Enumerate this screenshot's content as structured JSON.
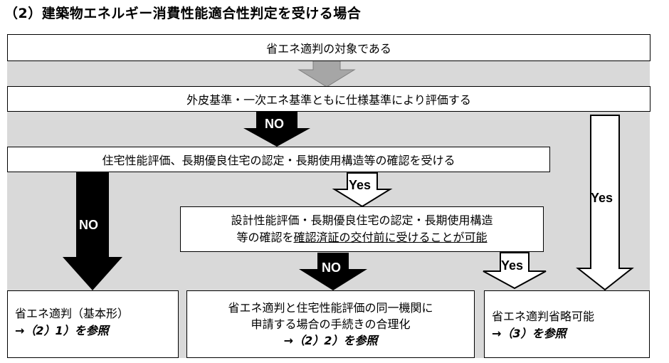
{
  "title": "（2）建築物エネルギー消費性能適合性判定を受ける場合",
  "boxes": {
    "top": "省エネ適判の対象である",
    "spec": "外皮基準・一次エネ基準ともに仕様基準により評価する",
    "housing": "住宅性能評価、長期優良住宅の認定・長期使用構造等の確認を受ける",
    "design_line1": "設計性能評価・長期優良住宅の認定・長期使用構造",
    "design_line2_a": "等の確認を",
    "design_line2_b": "確認済証の交付前に受けることが可能",
    "basic_line1": "省エネ適判（基本形）",
    "basic_line2": "→（2）1）を参照",
    "rational_line1": "省エネ適判と住宅性能評価の同一機関に",
    "rational_line2": "申請する場合の手続きの合理化",
    "rational_line3": "→（2）2）を参照",
    "omit_line1": "省エネ適判省略可能",
    "omit_line2": "→（3）を参照"
  },
  "arrow_labels": {
    "no_1": "NO",
    "yes_1": "Yes",
    "no_2": "NO",
    "no_3": "NO",
    "yes_2": "Yes",
    "yes_3": "Yes"
  },
  "colors": {
    "panel": "#d9d9d9",
    "gray_arrow": "#a6a6a6",
    "black_arrow": "#000000",
    "white_arrow": "#ffffff"
  }
}
